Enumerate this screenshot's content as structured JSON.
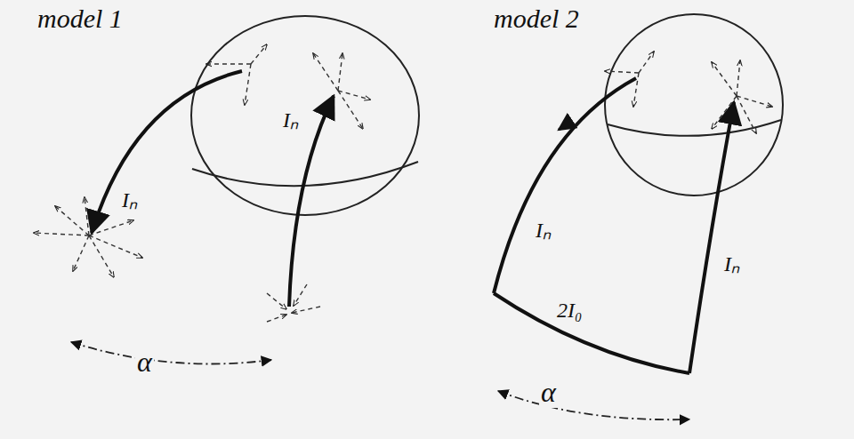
{
  "diagram": {
    "labels": [
      "model 1",
      "Iₙ",
      "Iₙ",
      "α",
      "model 2",
      "Iₙ",
      "Iₙ",
      "2I₀",
      "α"
    ]
  }
}
